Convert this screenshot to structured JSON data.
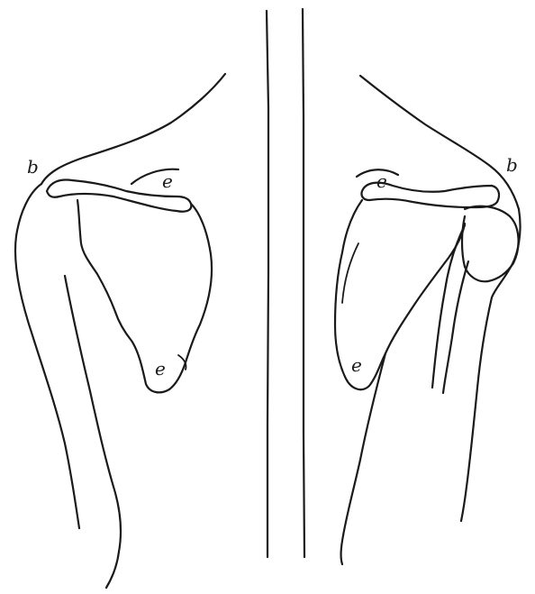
{
  "figure": {
    "labels": {
      "left_b": "b",
      "left_e_top": "e",
      "left_e_bottom": "e",
      "right_b": "b",
      "right_e_top": "e",
      "right_e_bottom": "e"
    },
    "colors": {
      "ink": "#1a1a1a",
      "paper": "#ffffff"
    }
  }
}
